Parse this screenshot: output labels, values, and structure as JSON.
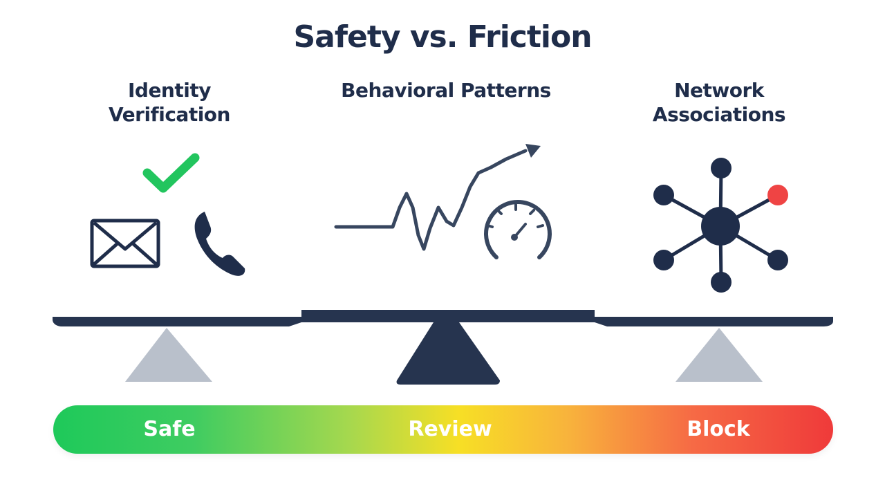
{
  "title": "Safety vs. Friction",
  "columns": [
    {
      "title_line1": "Identity",
      "title_line2": "Verification",
      "icons": [
        "check-icon",
        "envelope-icon",
        "phone-icon"
      ]
    },
    {
      "title_line1": "Behavioral Patterns",
      "icons": [
        "trend-line-icon",
        "gauge-icon"
      ]
    },
    {
      "title_line1": "Network",
      "title_line2": "Associations",
      "icons": [
        "network-node-icon"
      ]
    }
  ],
  "scale": {
    "labels": {
      "safe": "Safe",
      "review": "Review",
      "block": "Block"
    }
  },
  "colors": {
    "navy": "#1f2d4a",
    "check_green": "#22c55e",
    "alert_red": "#ef4444",
    "fulcrum_gray": "#b8bfcb",
    "bar_green": "#1ec95a",
    "bar_yellow": "#f7df25",
    "bar_red": "#ef3a3a"
  }
}
